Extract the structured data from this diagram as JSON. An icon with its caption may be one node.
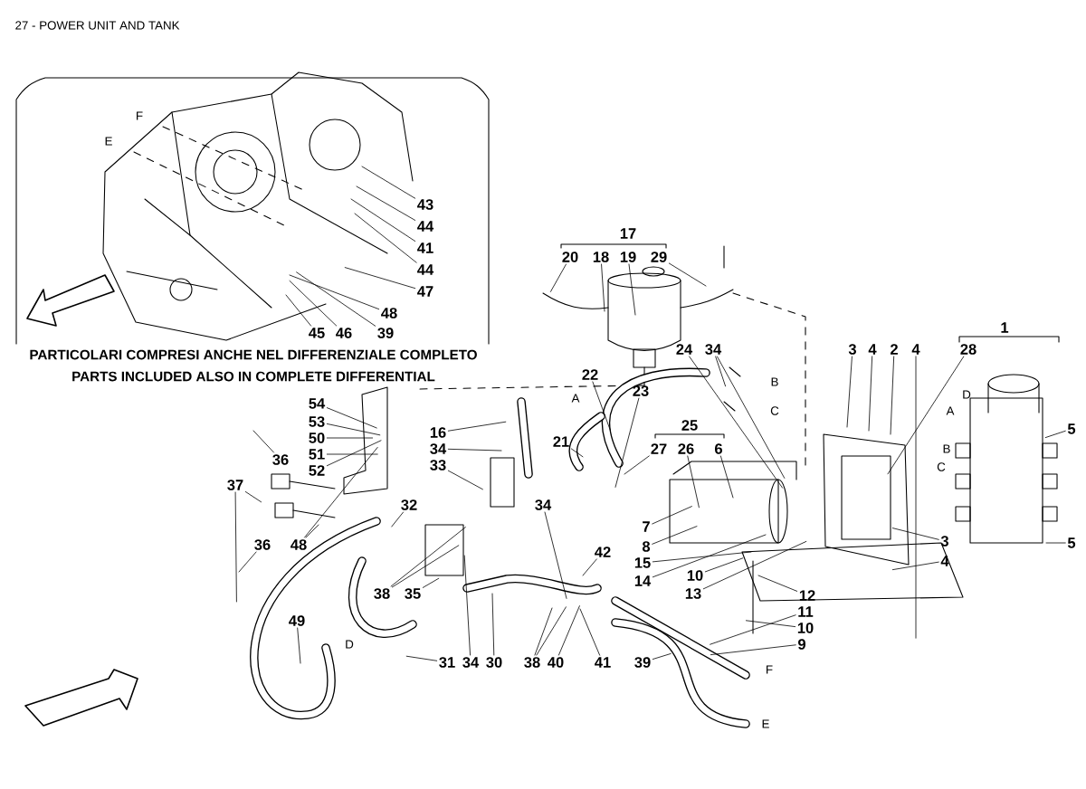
{
  "diagram": {
    "title": "27 - POWER UNIT AND TANK",
    "nodes": [
      {
        "text": [
          "43"
        ]
      },
      {
        "text": [
          "44"
        ]
      },
      {
        "text": [
          "41"
        ]
      },
      {
        "text": [
          "44"
        ]
      },
      {
        "text": [
          "47"
        ]
      },
      {
        "text": [
          "48"
        ]
      },
      {
        "text": [
          "45"
        ]
      },
      {
        "text": [
          "46"
        ]
      },
      {
        "text": [
          "39"
        ]
      },
      {
        "text": [
          "20"
        ]
      },
      {
        "text": [
          "18"
        ]
      },
      {
        "text": [
          "19"
        ]
      },
      {
        "text": [
          "29"
        ]
      },
      {
        "text": [
          "24"
        ]
      },
      {
        "text": [
          "34"
        ]
      },
      {
        "text": [
          "22"
        ]
      },
      {
        "text": [
          "23"
        ]
      },
      {
        "text": [
          "21"
        ]
      },
      {
        "text": [
          "27"
        ]
      },
      {
        "text": [
          "26"
        ]
      },
      {
        "text": [
          "6"
        ]
      },
      {
        "text": [
          "3"
        ]
      },
      {
        "text": [
          "4"
        ]
      },
      {
        "text": [
          "2"
        ]
      },
      {
        "text": [
          "4"
        ]
      },
      {
        "text": [
          "28"
        ]
      },
      {
        "text": [
          "5"
        ]
      },
      {
        "text": [
          "5"
        ]
      },
      {
        "text": [
          "54"
        ]
      },
      {
        "text": [
          "53"
        ]
      },
      {
        "text": [
          "50"
        ]
      },
      {
        "text": [
          "51"
        ]
      },
      {
        "text": [
          "52"
        ]
      },
      {
        "text": [
          "16"
        ]
      },
      {
        "text": [
          "34"
        ]
      },
      {
        "text": [
          "33"
        ]
      },
      {
        "text": [
          "37"
        ]
      },
      {
        "text": [
          "36"
        ]
      },
      {
        "text": [
          "36"
        ]
      },
      {
        "text": [
          "48"
        ]
      },
      {
        "text": [
          "32"
        ]
      },
      {
        "text": [
          "38"
        ]
      },
      {
        "text": [
          "35"
        ]
      },
      {
        "text": [
          "49"
        ]
      },
      {
        "text": [
          "31"
        ]
      },
      {
        "text": [
          "34"
        ]
      },
      {
        "text": [
          "30"
        ]
      },
      {
        "text": [
          "34"
        ]
      },
      {
        "text": [
          "42"
        ]
      },
      {
        "text": [
          "7"
        ]
      },
      {
        "text": [
          "8"
        ]
      },
      {
        "text": [
          "15"
        ]
      },
      {
        "text": [
          "14"
        ]
      },
      {
        "text": [
          "10"
        ]
      },
      {
        "text": [
          "13"
        ]
      },
      {
        "text": [
          "12"
        ]
      },
      {
        "text": [
          "11"
        ]
      },
      {
        "text": [
          "10"
        ]
      },
      {
        "text": [
          "9"
        ]
      },
      {
        "text": [
          "3"
        ]
      },
      {
        "text": [
          "4"
        ]
      },
      {
        "text": [
          "38"
        ]
      },
      {
        "text": [
          "40"
        ]
      },
      {
        "text": [
          "41"
        ]
      },
      {
        "text": [
          "39"
        ]
      }
    ],
    "edges": [
      {
        "from": 0,
        "to": null,
        "arrow": "none"
      },
      {
        "from": 1,
        "to": null,
        "arrow": "none"
      },
      {
        "from": 2,
        "to": null,
        "arrow": "none"
      },
      {
        "from": 3,
        "to": null,
        "arrow": "none"
      },
      {
        "from": 4,
        "to": null,
        "arrow": "none"
      },
      {
        "from": 5,
        "to": null,
        "arrow": "none"
      },
      {
        "from": 6,
        "to": null,
        "arrow": "none"
      },
      {
        "from": 7,
        "to": null,
        "arrow": "none"
      },
      {
        "from": 8,
        "to": null,
        "arrow": "none"
      },
      {
        "from": 9,
        "to": null,
        "arrow": "none"
      },
      {
        "from": 10,
        "to": null,
        "arrow": "none"
      },
      {
        "from": 11,
        "to": null,
        "arrow": "none"
      },
      {
        "from": 12,
        "to": null,
        "arrow": "none"
      },
      {
        "from": 13,
        "to": null,
        "arrow": "none"
      },
      {
        "from": 14,
        "to": null,
        "arrow": "none"
      },
      {
        "from": 14,
        "to": null,
        "arrow": "none"
      },
      {
        "from": 15,
        "to": null,
        "arrow": "none"
      },
      {
        "from": 16,
        "to": null,
        "arrow": "none"
      },
      {
        "from": 17,
        "to": null,
        "arrow": "none"
      },
      {
        "from": 18,
        "to": null,
        "arrow": "none"
      },
      {
        "from": 19,
        "to": null,
        "arrow": "none"
      },
      {
        "from": 20,
        "to": null,
        "arrow": "none"
      },
      {
        "from": 21,
        "to": null,
        "arrow": "none"
      },
      {
        "from": 22,
        "to": null,
        "arrow": "none"
      },
      {
        "from": 23,
        "to": null,
        "arrow": "none"
      },
      {
        "from": 24,
        "to": null,
        "arrow": "none"
      },
      {
        "from": 25,
        "to": null,
        "arrow": "none"
      },
      {
        "from": 26,
        "to": null,
        "arrow": "none"
      },
      {
        "from": 27,
        "to": null,
        "arrow": "none"
      },
      {
        "from": 28,
        "to": null,
        "arrow": "none"
      },
      {
        "from": 29,
        "to": null,
        "arrow": "none"
      },
      {
        "from": 30,
        "to": null,
        "arrow": "none"
      },
      {
        "from": 31,
        "to": null,
        "arrow": "none"
      },
      {
        "from": 32,
        "to": null,
        "arrow": "none"
      },
      {
        "from": 33,
        "to": null,
        "arrow": "none"
      },
      {
        "from": 34,
        "to": null,
        "arrow": "none"
      },
      {
        "from": 35,
        "to": null,
        "arrow": "none"
      },
      {
        "from": 36,
        "to": null,
        "arrow": "none"
      },
      {
        "from": 36,
        "to": null,
        "arrow": "none"
      },
      {
        "from": 37,
        "to": null,
        "arrow": "none"
      },
      {
        "from": 38,
        "to": null,
        "arrow": "none"
      },
      {
        "from": 39,
        "to": null,
        "arrow": "none"
      },
      {
        "from": 39,
        "to": null,
        "arrow": "none"
      },
      {
        "from": 40,
        "to": null,
        "arrow": "none"
      },
      {
        "from": 41,
        "to": null,
        "arrow": "none"
      },
      {
        "from": 41,
        "to": null,
        "arrow": "none"
      },
      {
        "from": 42,
        "to": null,
        "arrow": "none"
      },
      {
        "from": 43,
        "to": null,
        "arrow": "none"
      },
      {
        "from": 44,
        "to": null,
        "arrow": "none"
      },
      {
        "from": 45,
        "to": null,
        "arrow": "none"
      },
      {
        "from": 46,
        "to": null,
        "arrow": "none"
      },
      {
        "from": 47,
        "to": null,
        "arrow": "none"
      },
      {
        "from": 48,
        "to": null,
        "arrow": "none"
      },
      {
        "from": 49,
        "to": null,
        "arrow": "none"
      },
      {
        "from": 50,
        "to": null,
        "arrow": "none"
      },
      {
        "from": 51,
        "to": null,
        "arrow": "none"
      },
      {
        "from": 52,
        "to": null,
        "arrow": "none"
      },
      {
        "from": 53,
        "to": null,
        "arrow": "none"
      },
      {
        "from": 54,
        "to": null,
        "arrow": "none"
      },
      {
        "from": 55,
        "to": null,
        "arrow": "none"
      },
      {
        "from": 56,
        "to": null,
        "arrow": "none"
      },
      {
        "from": 57,
        "to": null,
        "arrow": "none"
      },
      {
        "from": 58,
        "to": null,
        "arrow": "none"
      },
      {
        "from": 59,
        "to": null,
        "arrow": "none"
      },
      {
        "from": 60,
        "to": null,
        "arrow": "none"
      },
      {
        "from": 61,
        "to": null,
        "arrow": "none"
      },
      {
        "from": 61,
        "to": null,
        "arrow": "none"
      },
      {
        "from": 62,
        "to": null,
        "arrow": "none"
      },
      {
        "from": 63,
        "to": null,
        "arrow": "none"
      },
      {
        "from": 64,
        "to": null,
        "arrow": "none"
      }
    ],
    "labels": [
      "F",
      "E",
      "PARTICOLARI COMPRESI ANCHE NEL DIFFERENZIALE COMPLETO",
      "PARTS INCLUDED ALSO IN COMPLETE DIFFERENTIAL",
      "17",
      "A",
      "B",
      "C",
      "1",
      "D",
      "A",
      "B",
      "C",
      "25",
      "D",
      "F",
      "E"
    ]
  }
}
